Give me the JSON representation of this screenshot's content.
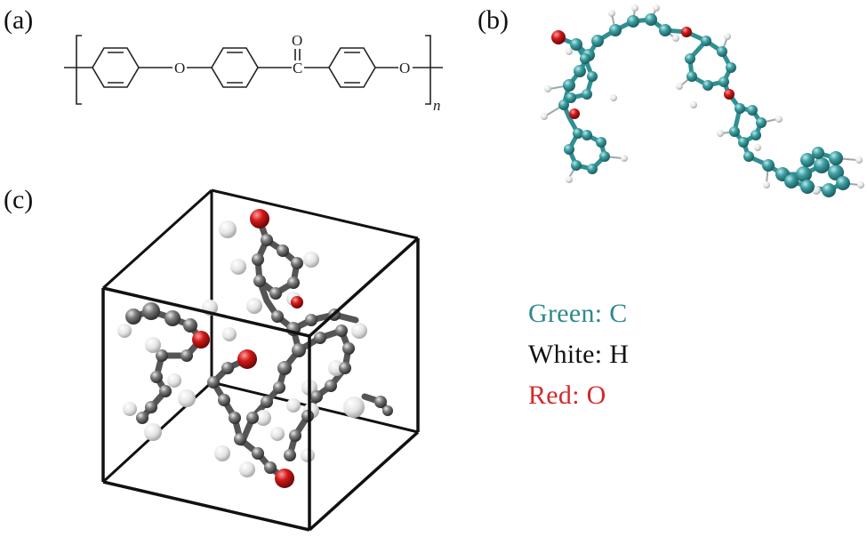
{
  "panels": {
    "a": "(a)",
    "b": "(b)",
    "c": "(c)"
  },
  "structure": {
    "ether_o1": "O",
    "carbonyl_c": "C",
    "carbonyl_o": "O",
    "ether_o2": "O",
    "repeat_n": "n"
  },
  "legend": [
    {
      "label": "Green: C",
      "color": "#2e8a8d"
    },
    {
      "label": "White: H",
      "color": "#111111"
    },
    {
      "label": "Red: O",
      "color": "#d22a2a"
    }
  ],
  "colors": {
    "carbon_teal": "#2f8f92",
    "carbon_gray": "#6a6a6a",
    "hydrogen": "#e6e6e6",
    "oxygen": "#c81e1e",
    "box": "#111111"
  }
}
